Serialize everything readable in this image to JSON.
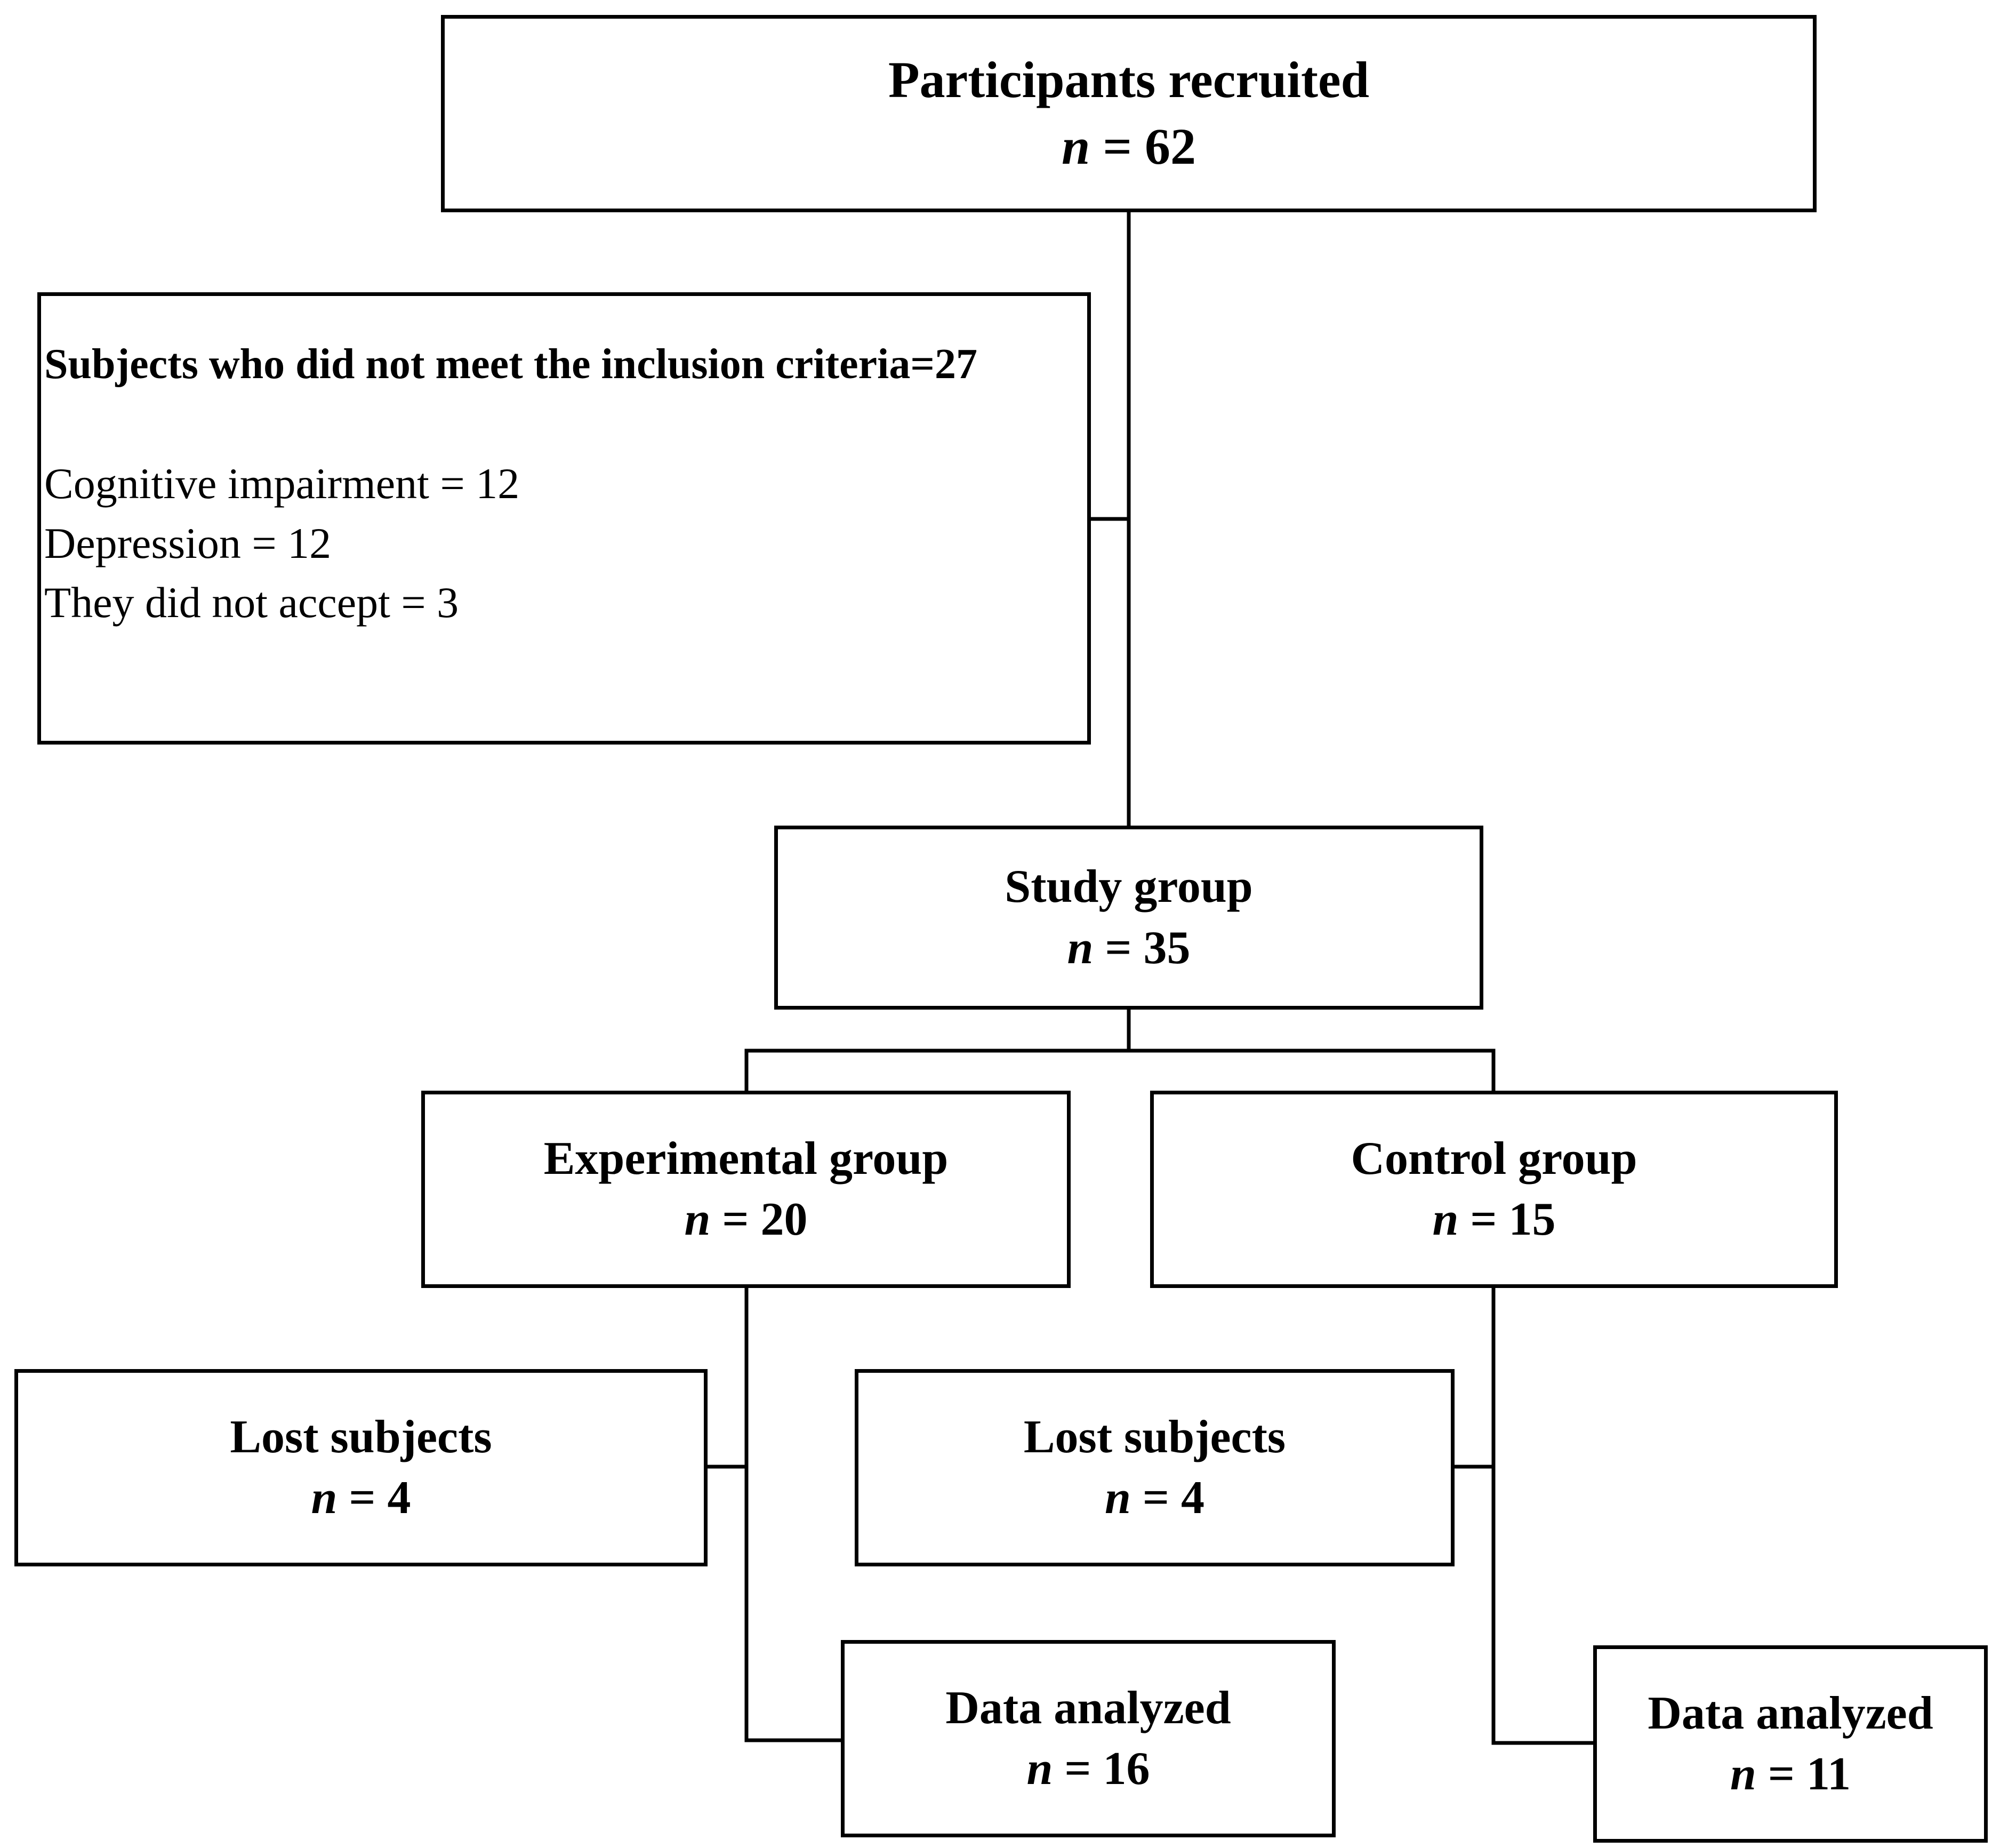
{
  "recruited": {
    "title": "Participants recruited",
    "n_symbol": "n",
    "n_value": "= 62"
  },
  "exclusion": {
    "title": "Subjects who did not meet the inclusion criteria=27",
    "items": [
      "Cognitive impairment = 12",
      "Depression = 12",
      "They did not accept = 3"
    ]
  },
  "study_group": {
    "title": "Study group",
    "n_symbol": "n",
    "n_value": "= 35"
  },
  "experimental_group": {
    "title": "Experimental group",
    "n_symbol": "n",
    "n_value": "= 20"
  },
  "control_group": {
    "title": "Control group",
    "n_symbol": "n",
    "n_value": "= 15"
  },
  "lost_experimental": {
    "title": "Lost subjects",
    "n_symbol": "n",
    "n_value": "= 4"
  },
  "lost_control": {
    "title": "Lost subjects",
    "n_symbol": "n",
    "n_value": "= 4"
  },
  "analyzed_experimental": {
    "title": "Data analyzed",
    "n_symbol": "n",
    "n_value": "= 16"
  },
  "analyzed_control": {
    "title": "Data analyzed",
    "n_symbol": "n",
    "n_value": "= 11"
  }
}
